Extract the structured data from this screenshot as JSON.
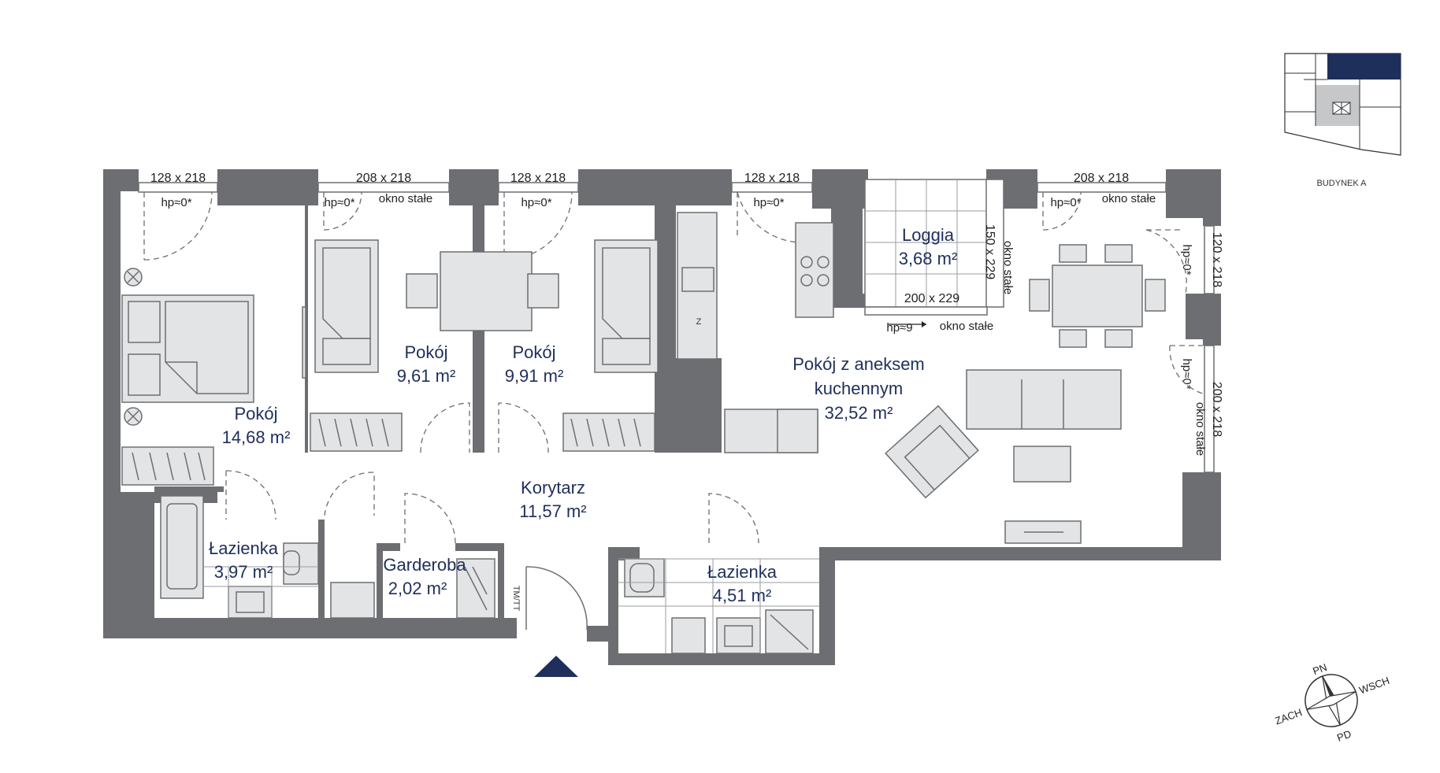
{
  "rooms": {
    "pokoj_1": {
      "label": "Pokój",
      "area": "14,68 m²"
    },
    "pokoj_2": {
      "label": "Pokój",
      "area": "9,61 m²"
    },
    "pokoj_3": {
      "label": "Pokój",
      "area": "9,91 m²"
    },
    "loggia": {
      "label": "Loggia",
      "area": "3,68 m²"
    },
    "salon": {
      "label_line1": "Pokój z aneksem",
      "label_line2": "kuchennym",
      "area": "32,52 m²"
    },
    "korytarz": {
      "label": "Korytarz",
      "area": "11,57 m²"
    },
    "lazienka_1": {
      "label": "Łazienka",
      "area": "3,97 m²"
    },
    "garderoba": {
      "label": "Garderoba",
      "area": "2,02 m²"
    },
    "lazienka_2": {
      "label": "Łazienka",
      "area": "4,51 m²"
    }
  },
  "windows": {
    "w1": "128 x 218",
    "w2": "208 x 218",
    "w3": "128 x 218",
    "w4": "128 x 218",
    "w5": "208 x 218",
    "w6": "120 x 218",
    "w7": "200 x 218",
    "loggia_side": "150 x 229",
    "loggia_bottom": "200 x 229"
  },
  "notes": {
    "hp0": "hp≈0*",
    "hp9": "hp≈9",
    "okno_stale": "okno stałe",
    "tm_tt": "TM/TT",
    "z": "Z"
  },
  "key_plan": {
    "label": "BUDYNEK A"
  },
  "compass": {
    "n": "PN",
    "e": "WSCH",
    "s": "PD",
    "w": "ZACH"
  },
  "colors": {
    "wall": "#6d6e71",
    "label": "#1f2f5c",
    "accent": "#1f2f5c",
    "furniture": "#e3e4e5"
  }
}
